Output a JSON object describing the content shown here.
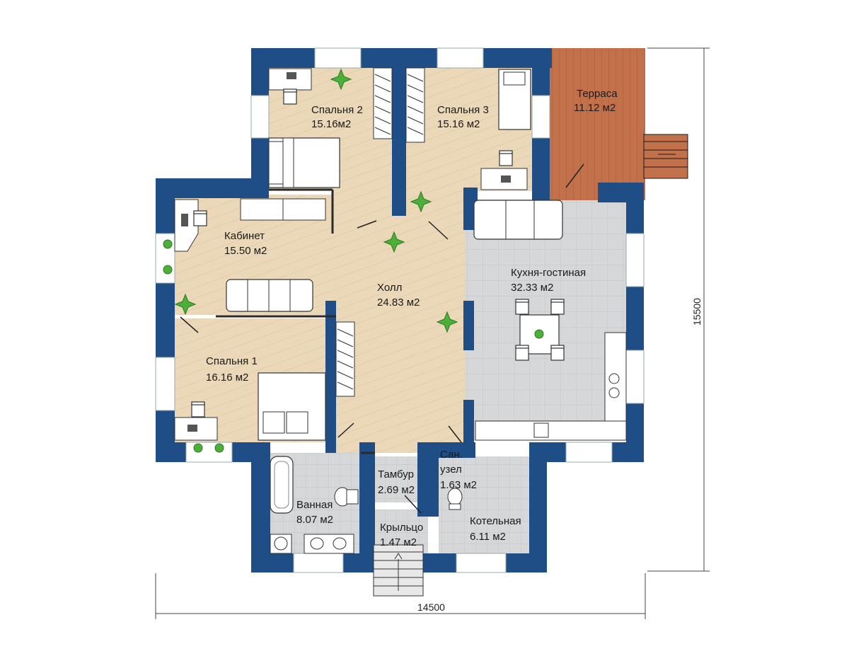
{
  "colors": {
    "wall": "#1f4e86",
    "wall_dark": "#173d6b",
    "wood": "#ead8b8",
    "wood_line": "#d9c29c",
    "tile": "#d6d7d9",
    "tile_line": "#bfc1c4",
    "terrace": "#c2714a",
    "terrace_line": "#a85d3a",
    "window": "#ffffff",
    "plant": "#3e9a2e",
    "furniture": "#ffffff",
    "furniture_line": "#333333"
  },
  "rooms": {
    "bedroom2": {
      "name": "Спальня 2",
      "area": "15.16м2"
    },
    "bedroom3": {
      "name": "Спальня 3",
      "area": "15.16 м2"
    },
    "terrace": {
      "name": "Терраса",
      "area": "11.12 м2"
    },
    "study": {
      "name": "Кабинет",
      "area": "15.50 м2"
    },
    "hall": {
      "name": "Холл",
      "area": "24.83 м2"
    },
    "kitchen": {
      "name": "Кухня-гостиная",
      "area": "32.33 м2"
    },
    "bedroom1": {
      "name": "Спальня 1",
      "area": "16.16 м2"
    },
    "bathroom": {
      "name": "Ванная",
      "area": "8.07 м2"
    },
    "vestibule": {
      "name": "Тамбур",
      "area": "2.69 м2"
    },
    "wc": {
      "name_line1": "Сан.",
      "name_line2": "узел",
      "area": "1.63 м2"
    },
    "boiler": {
      "name": "Котельная",
      "area": "6.11 м2"
    },
    "porch": {
      "name": "Крыльцо",
      "area": "1.47 м2"
    }
  },
  "dimensions": {
    "width": "14500",
    "height": "15500"
  }
}
